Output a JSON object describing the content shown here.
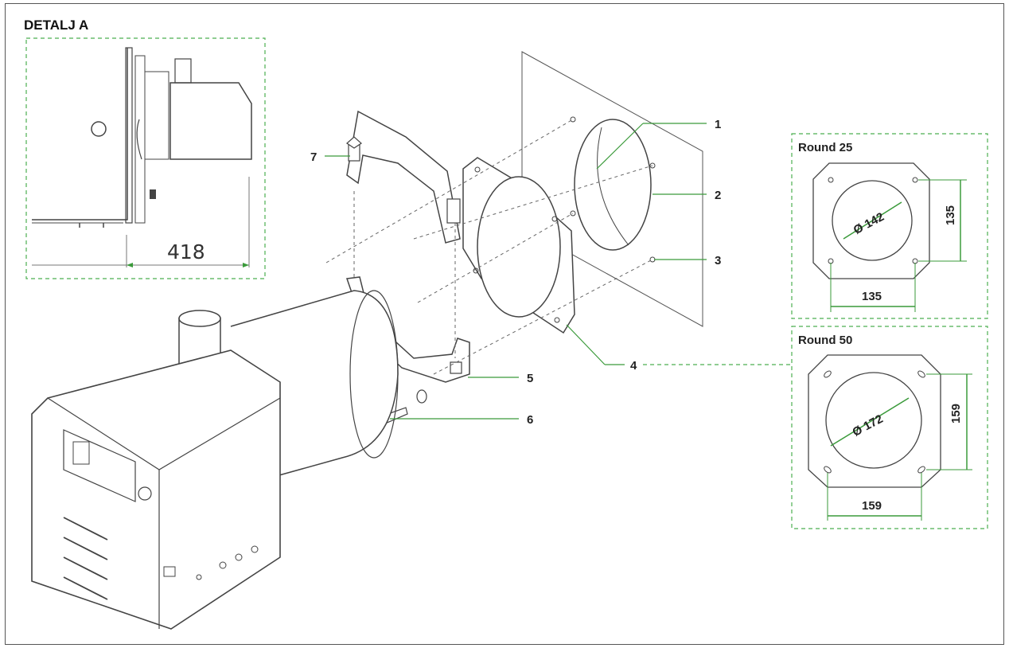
{
  "detail": {
    "title": "DETALJ A",
    "dimension": "418"
  },
  "callouts": [
    "1",
    "2",
    "3",
    "4",
    "5",
    "6",
    "7"
  ],
  "flange_round25": {
    "title": "Round 25",
    "diameter": "Ø 142",
    "width": "135",
    "height": "135"
  },
  "flange_round50": {
    "title": "Round 50",
    "diameter": "Ø 172",
    "width": "159",
    "height": "159"
  },
  "colors": {
    "accent_green": "#3a9a3a",
    "dashed_green": "#4caf50",
    "outline": "#444444"
  }
}
